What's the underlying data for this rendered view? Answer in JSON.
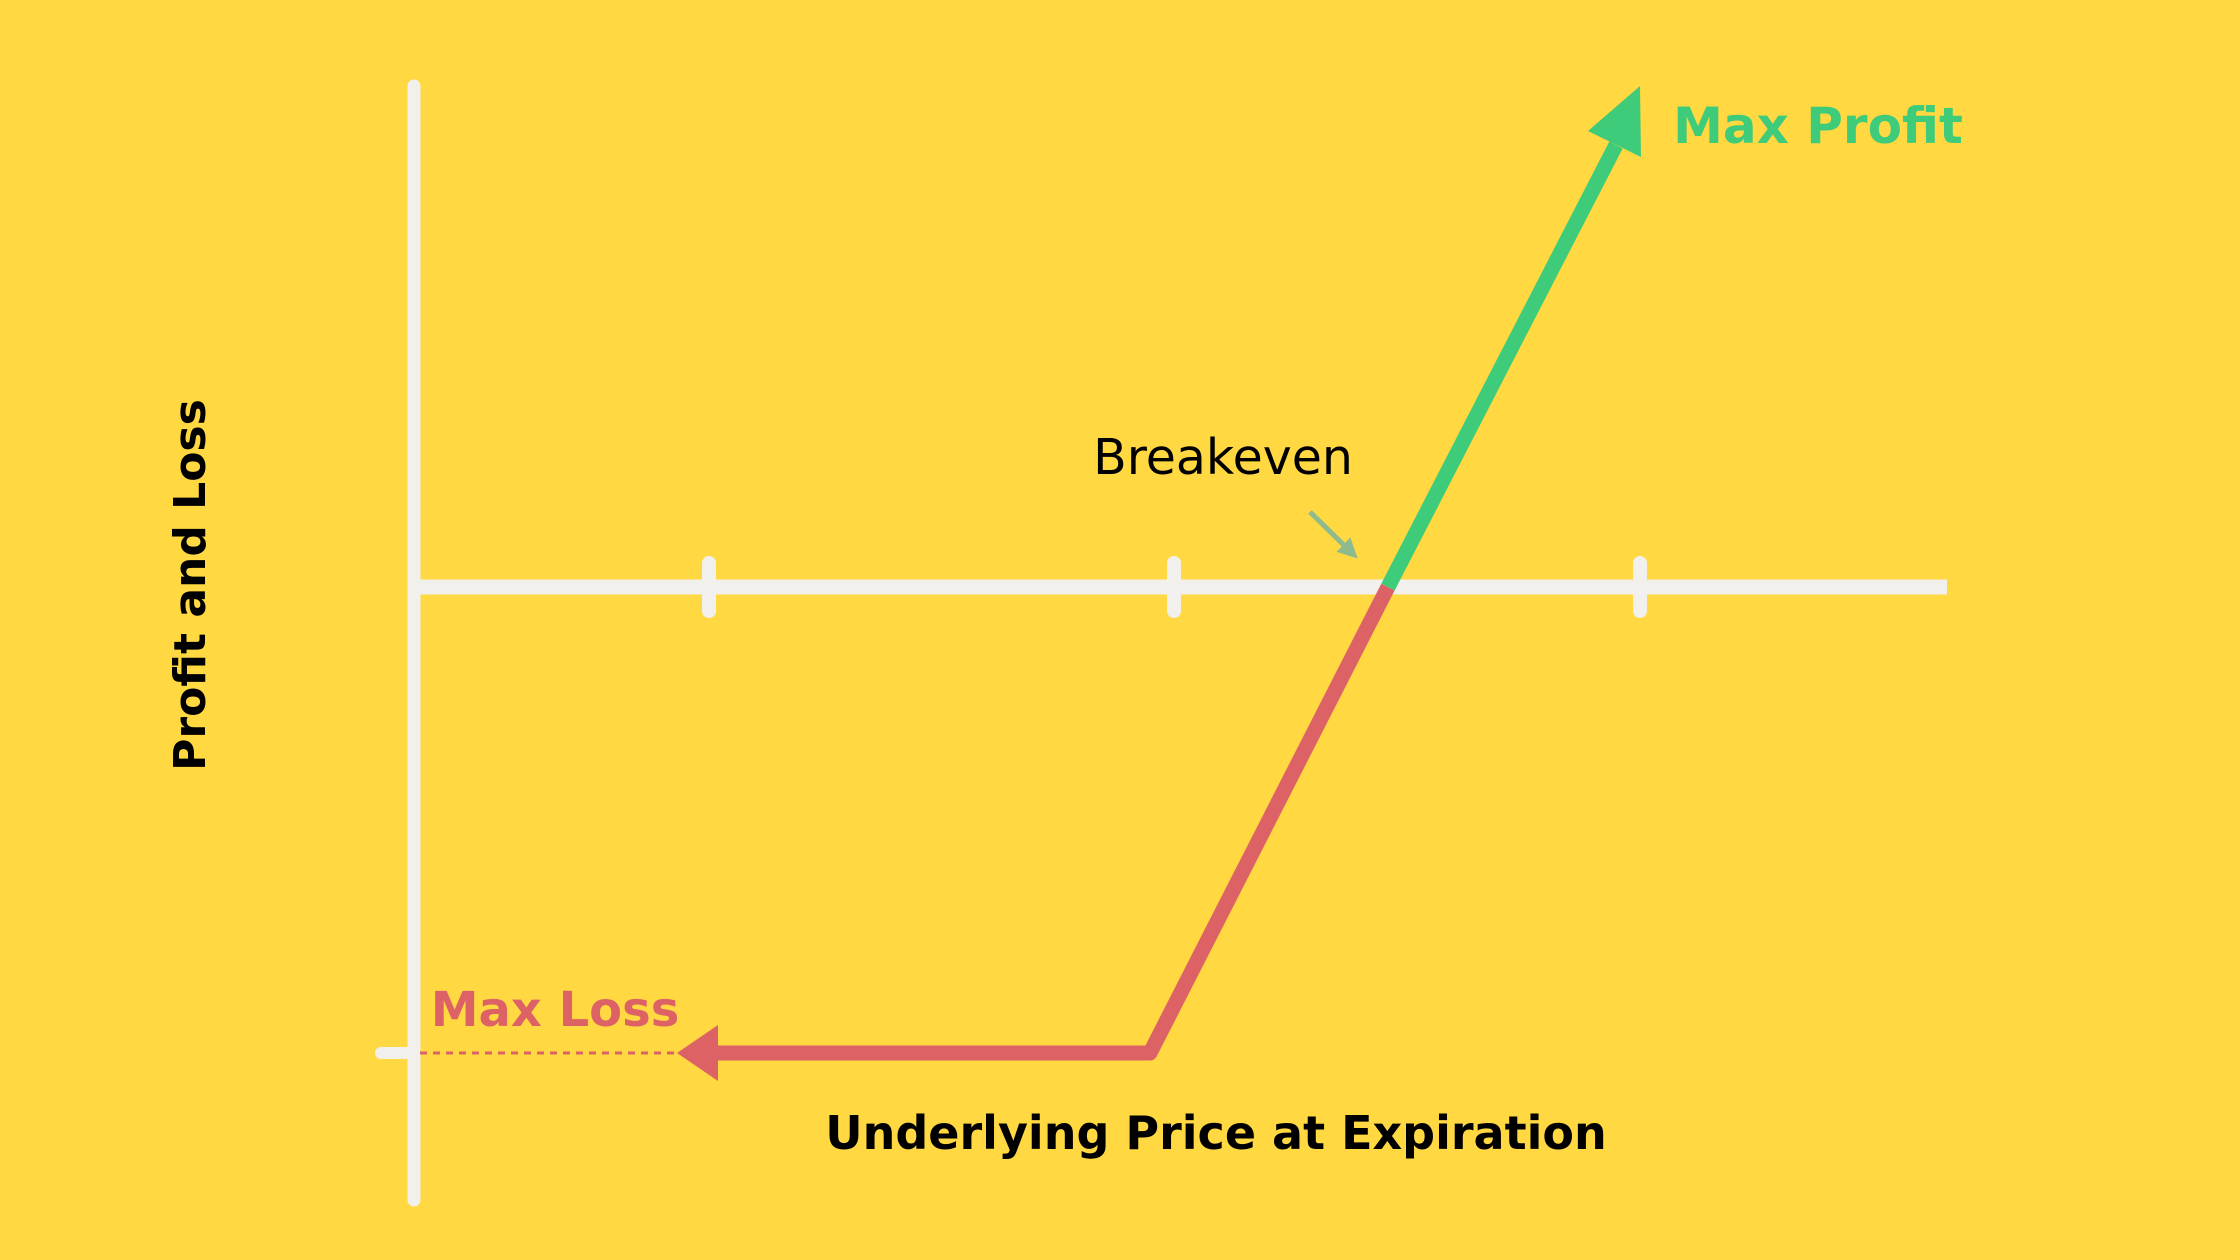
{
  "diagram": {
    "y_axis_label": "Profit and Loss",
    "x_axis_label": "Underlying Price at Expiration",
    "breakeven_label": "Breakeven",
    "max_profit_label": "Max Profit",
    "max_loss_label": "Max Loss"
  },
  "colors": {
    "background": "#FFD842",
    "axis": "#F2F0EC",
    "profit": "#3ECC7A",
    "loss": "#DD6266",
    "text": "#000000",
    "breakeven_arrow": "#8DBB8E"
  }
}
